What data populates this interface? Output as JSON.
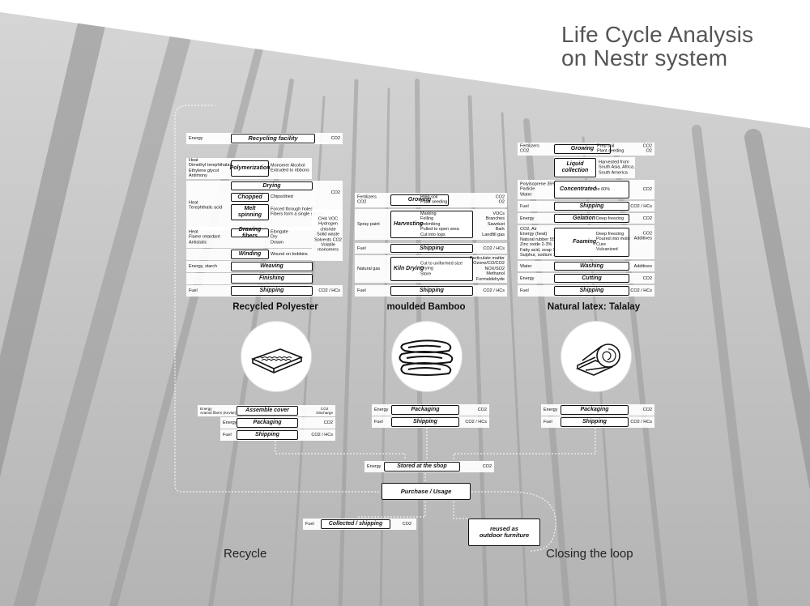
{
  "title": {
    "line1": "Life Cycle Analysis",
    "line2": "on Nestr system"
  },
  "polyester": {
    "heading": "Recycled Polyester",
    "rows": [
      {
        "left": "Energy",
        "process": "Recycling facility",
        "right": "CO2"
      },
      {
        "left": "Heat\nDimethyl terephthalate\nEthylene glycol\nAntimony",
        "process": "Polymerization",
        "note": "Monomer Alcohol\nExtruded to ribbons"
      },
      {
        "process": "Drying"
      },
      {
        "left": "Heat\nTerephthalic acid",
        "process": "Chopped",
        "note": "Chips/dried",
        "right": "CO2"
      },
      {
        "process": "Melt spinning",
        "note": "Forced through holes\nFibers form a single strand",
        "right": "CH4  VOC\nHydrogen\nchloride\nSolid waste\nSolvents CO2\nVolatile\nmonomers"
      },
      {
        "left": "Heat\nFlame retardant\nAntistatic",
        "process": "Drawing fibers",
        "note": "Elongate\nDry\nDrawn"
      },
      {
        "process": "Winding",
        "note": "Wound on bobbins"
      },
      {
        "left": "Energy, starch",
        "process": "Weaving"
      },
      {
        "process": "Finishing"
      },
      {
        "left": "Fuel",
        "process": "Shipping",
        "right": "CO2 / HCs"
      }
    ],
    "after": [
      {
        "left": "Energy\nAramid fibers (Kevlar)",
        "process": "Assemble cover",
        "right": "CO2\nDischarge"
      },
      {
        "left": "Energy",
        "process": "Packaging",
        "right": "CO2"
      },
      {
        "left": "Fuel",
        "process": "Shipping",
        "right": "CO2 / HCs"
      }
    ]
  },
  "bamboo": {
    "heading": "moulded Bamboo",
    "rows": [
      {
        "left": "Fertilizers\nCO2",
        "process": "Growing",
        "note": "Prep soil\nPlant seeding",
        "right": "CO2\nO2"
      },
      {
        "left": "Spray paint",
        "process": "Harvesting",
        "note": "Marking\nFelling\nDelimbing\nPulled to open area\nCut into logs",
        "right": "VOCs\nBranches\nSawdust\nBark\nLandfill gas"
      },
      {
        "left": "Fuel",
        "process": "Shipping",
        "right": "CO2 / HCs"
      },
      {
        "left": "Natural gas",
        "process": "Kiln Drying",
        "note": "Cut to uniformed size\nDrying\nStore",
        "right": "Particulate matter\nOzone/CO/CO2\nNOX/SO2\nMethanol\nFormaldehyde"
      },
      {
        "left": "Fuel",
        "process": "Shipping",
        "right": "CO2 / HCs"
      }
    ],
    "after": [
      {
        "left": "Energy",
        "process": "Packaging",
        "right": "CO2"
      },
      {
        "left": "Fuel",
        "process": "Shipping",
        "right": "CO2 / HCs"
      }
    ]
  },
  "latex": {
    "heading": "Natural latex: Talalay",
    "rows": [
      {
        "left": "Fertilizers\nCO2",
        "process": "Growing",
        "note": "Prep soil\nPlant seeding",
        "right": "CO2\nO2"
      },
      {
        "process": "Liquid\ncollection",
        "note": "Harvested from\nSouth Asia, Africa,\nSouth America"
      },
      {
        "left": "Polyisoprene 35%\nParticle\nWater",
        "process": "Concentrated",
        "note": "to 60%",
        "right": "CO2"
      },
      {
        "left": "Fuel",
        "process": "Shipping",
        "right": "CO2 / HCs"
      },
      {
        "left": "Energy",
        "process": "Gelation",
        "note": "Deep freezing",
        "right": "CO2"
      },
      {
        "left": "CO2, Air\nEnergy (heat)\nNatural rubber 55%\nZinc oxide 2-3%\nFatty acid, soap 1-2%\nSulphur, sodium 1-2%",
        "process": "Foaming",
        "note": "Deep freezing\nPoured into mold\nCure\nVulcanized",
        "right": "CO2\nAdditives"
      },
      {
        "left": "Water",
        "process": "Washing",
        "right": "Additives"
      },
      {
        "left": "Energy",
        "process": "Cutting",
        "right": "CO2"
      },
      {
        "left": "Fuel",
        "process": "Shipping",
        "right": "CO2 / HCs"
      }
    ],
    "after": [
      {
        "left": "Energy",
        "process": "Packaging",
        "right": "CO2"
      },
      {
        "left": "Fuel",
        "process": "Shipping",
        "right": "CO2 / HCs"
      }
    ]
  },
  "flow": {
    "stored": {
      "left": "Energy",
      "process": "Stored at the shop",
      "right": "CO2"
    },
    "purchase": "Purchase / Usage",
    "collected": {
      "left": "Fuel",
      "process": "Collected / shipping",
      "right": "CO2"
    },
    "reused": "reused as\noutdoor furniture",
    "recycle_label": "Recycle",
    "closing_label": "Closing the loop"
  }
}
